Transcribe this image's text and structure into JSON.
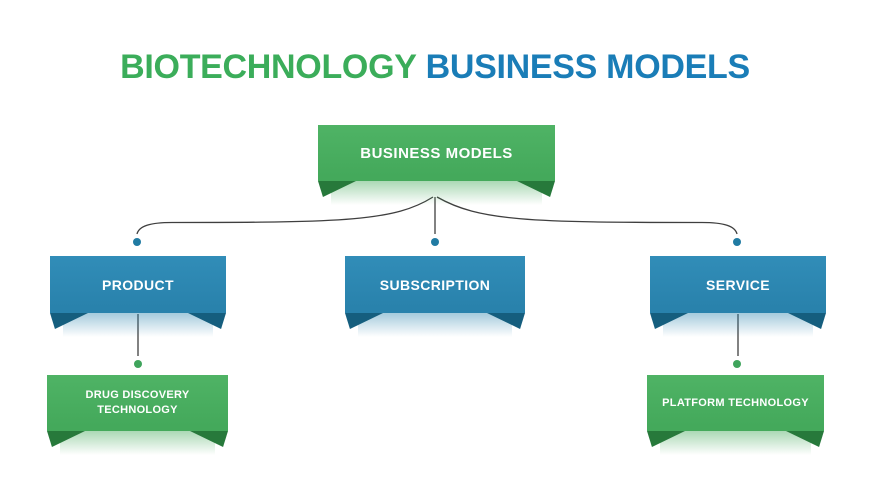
{
  "title": {
    "part1": "BIOTECHNOLOGY",
    "part2": "BUSINESS MODELS"
  },
  "diagram": {
    "root": {
      "label": "BUSINESS MODELS",
      "color": "green"
    },
    "level2": [
      {
        "label": "PRODUCT",
        "color": "blue"
      },
      {
        "label": "SUBSCRIPTION",
        "color": "blue"
      },
      {
        "label": "SERVICE",
        "color": "blue"
      }
    ],
    "level3": [
      {
        "label": "DRUG DISCOVERY TECHNOLOGY",
        "color": "green"
      },
      {
        "label": "PLATFORM TECHNOLOGY",
        "color": "green"
      }
    ],
    "edges": [
      {
        "from": "BUSINESS MODELS",
        "to": "PRODUCT"
      },
      {
        "from": "BUSINESS MODELS",
        "to": "SUBSCRIPTION"
      },
      {
        "from": "BUSINESS MODELS",
        "to": "SERVICE"
      },
      {
        "from": "PRODUCT",
        "to": "DRUG DISCOVERY TECHNOLOGY"
      },
      {
        "from": "SERVICE",
        "to": "PLATFORM TECHNOLOGY"
      }
    ]
  },
  "colors": {
    "green": "#44A95B",
    "green_hi": "#4FB365",
    "green_dark": "#27793B",
    "blue": "#2982AC",
    "blue_hi": "#318DB8",
    "blue_dark": "#155E7E",
    "title_green": "#3BAD5A",
    "title_blue": "#1A7DB7",
    "dot_blue": "#217BA3",
    "dot_green": "#3FA45C",
    "connector": "#3F3F3F"
  }
}
